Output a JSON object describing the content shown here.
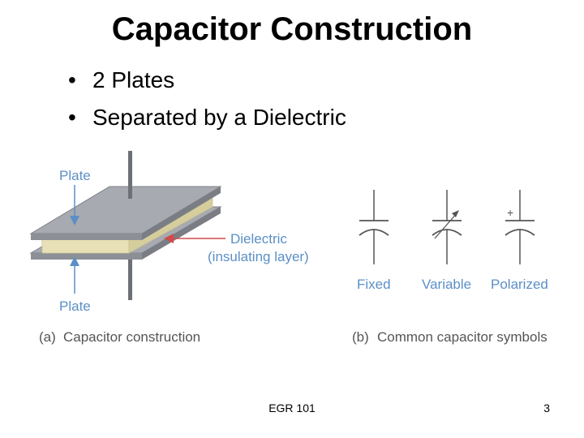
{
  "slide": {
    "title": "Capacitor Construction",
    "bullets": [
      {
        "marker": "•",
        "text": "2 Plates"
      },
      {
        "marker": "•",
        "text": "Separated by a Dielectric"
      }
    ]
  },
  "figure_a": {
    "plate_top_label": "Plate",
    "plate_bottom_label": "Plate",
    "dielectric_label_1": "Dielectric",
    "dielectric_label_2": "(insulating layer)",
    "caption_letter": "(a)",
    "caption": "Capacitor construction"
  },
  "figure_b": {
    "symbol_fixed": "Fixed",
    "symbol_variable": "Variable",
    "symbol_polarized": "Polarized",
    "polarity_mark": "+",
    "caption_letter": "(b)",
    "caption": "Common capacitor symbols"
  },
  "footer": {
    "center": "EGR 101",
    "page_number": "3"
  },
  "colors": {
    "plate": "#a7aab0",
    "plate_dark": "#8c9096",
    "dielectric": "#e8e0b6",
    "label_blue": "#5b8fc6",
    "arrow_red": "#d04a4a",
    "caption_gray": "#555555"
  }
}
